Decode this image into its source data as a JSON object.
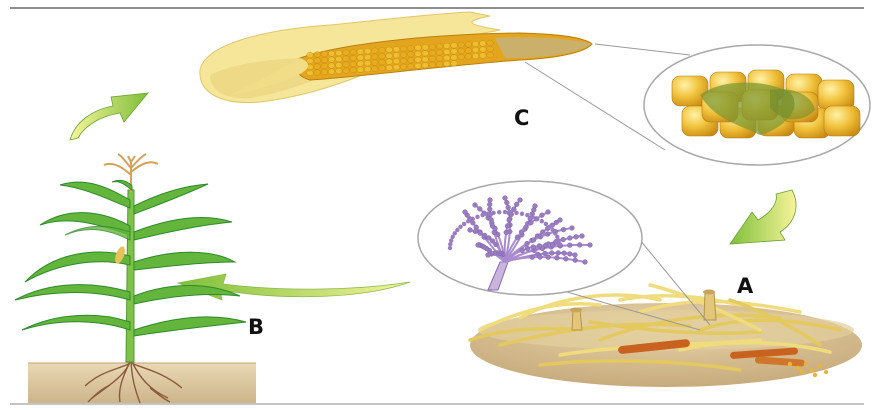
{
  "labels": {
    "a": "A",
    "b": "B",
    "c": "C"
  },
  "colors": {
    "rule": "#4a4a4a",
    "arrow_light": "#f2f28a",
    "arrow_dark": "#8cc63f",
    "leaf": "#5cb33a",
    "leaf_dark": "#2f8a2a",
    "husk": "#f3e08e",
    "kernel": "#e9b22a",
    "mold": "#8aa63a",
    "spore": "#9a7cc0",
    "soil": "#d9c49c",
    "root": "#8b5a3a",
    "debris": "#e7d06a"
  },
  "icons": [
    "leaf-blade-shape",
    "corn-ear-shape",
    "fungal-conidiophore-shape",
    "curved-arrow-shape"
  ]
}
